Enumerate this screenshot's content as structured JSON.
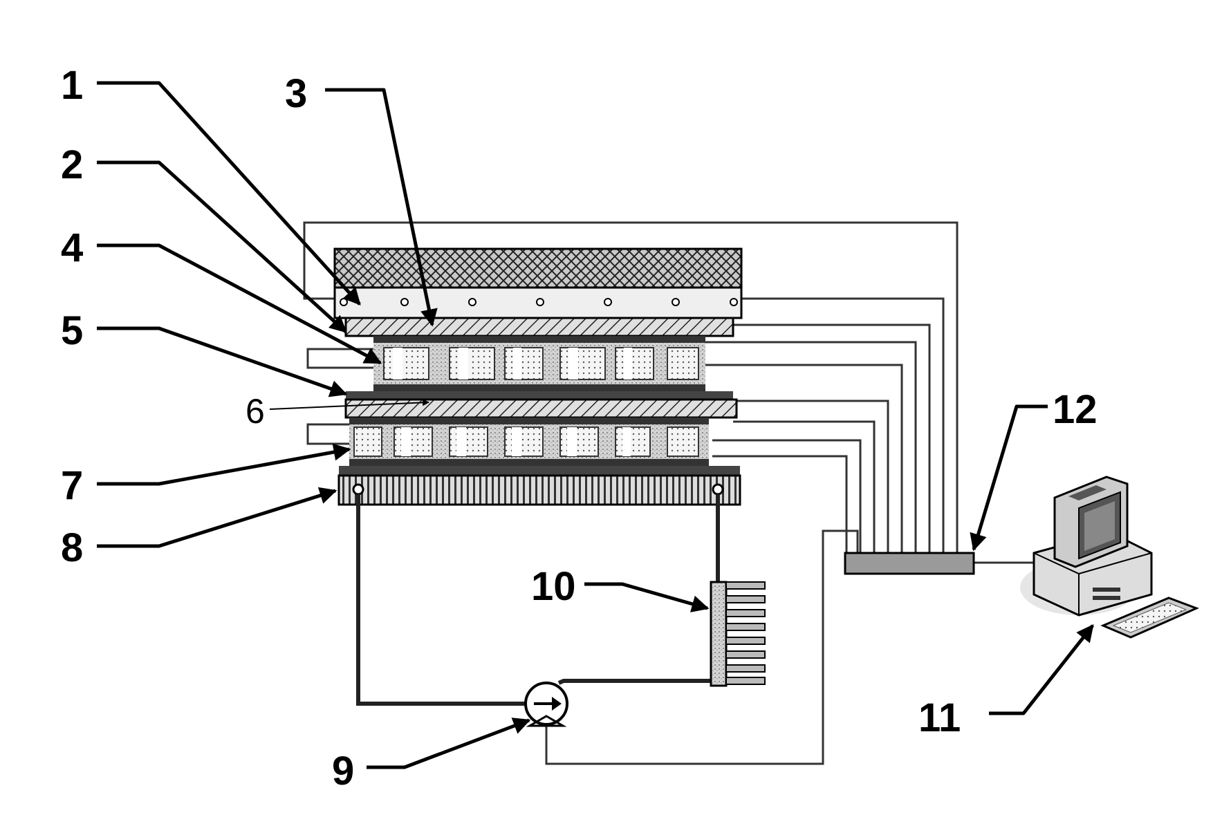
{
  "diagram": {
    "labels": {
      "l1": "1",
      "l2": "2",
      "l3": "3",
      "l4": "4",
      "l5": "5",
      "l6": "6",
      "l7": "7",
      "l8": "8",
      "l9": "9",
      "l10": "10",
      "l11": "11",
      "l12": "12"
    },
    "colors": {
      "line": "#000000",
      "plate": "#bdbdbd",
      "module_dark": "#3a3a3a",
      "module_light": "#f2f2f2",
      "hub": "#9a9a9a"
    }
  }
}
